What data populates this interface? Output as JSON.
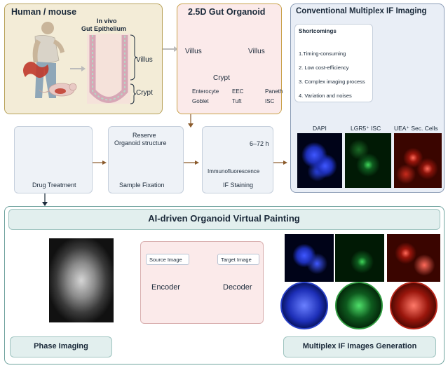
{
  "human_mouse": {
    "title": "Human / mouse",
    "in_vivo_line1": "In vivo",
    "in_vivo_line2": "Gut Epithelium",
    "villus": "Villus",
    "crypt": "Crypt"
  },
  "organoid": {
    "title": "2.5D Gut Organoid",
    "villus_left": "Villus",
    "villus_right": "Villus",
    "crypt": "Crypt",
    "legend": [
      "Enterocyte",
      "EEC",
      "Paneth",
      "Goblet",
      "Tuft",
      "ISC"
    ]
  },
  "conventional": {
    "title": "Conventional Multiplex IF  Imaging",
    "shortcomings_title": "Shortcomings",
    "shortcomings": [
      "1.Timing-consuming",
      "2. Low cost-efficiency",
      "3. Complex imaging process",
      "4. Variation and noises"
    ],
    "channels": [
      "DAPI",
      "LGR5⁺ ISC",
      "UEA⁺ Sec.  Cells"
    ]
  },
  "workflow": {
    "drug_treatment": "Drug Treatment",
    "reserve_line1": "Reserve",
    "reserve_line2": "Organoid structure",
    "sample_fixation": "Sample Fixation",
    "time_range": "6–72 h",
    "immunofluorescence": "Immunofluorescence",
    "if_staining": "IF Staining"
  },
  "ai": {
    "title": "AI-driven Organoid Virtual Painting",
    "source_image": "Source Image",
    "target_image": "Target Image",
    "encoder": "Encoder",
    "decoder": "Decoder",
    "phase_imaging": "Phase Imaging",
    "multiplex_generation": "Multiplex IF Images Generation"
  },
  "colors": {
    "panel_tan": "#f3ecd7",
    "panel_tan_border": "#b8a25a",
    "panel_pink": "#fbeaea",
    "panel_pink_border": "#c9a24a",
    "panel_blue": "#e9eef6",
    "panel_blue_border": "#8a9bb5",
    "ai_bg": "#e2efee",
    "ai_border": "#6fa39e",
    "arrow": "#8a5a2b"
  }
}
